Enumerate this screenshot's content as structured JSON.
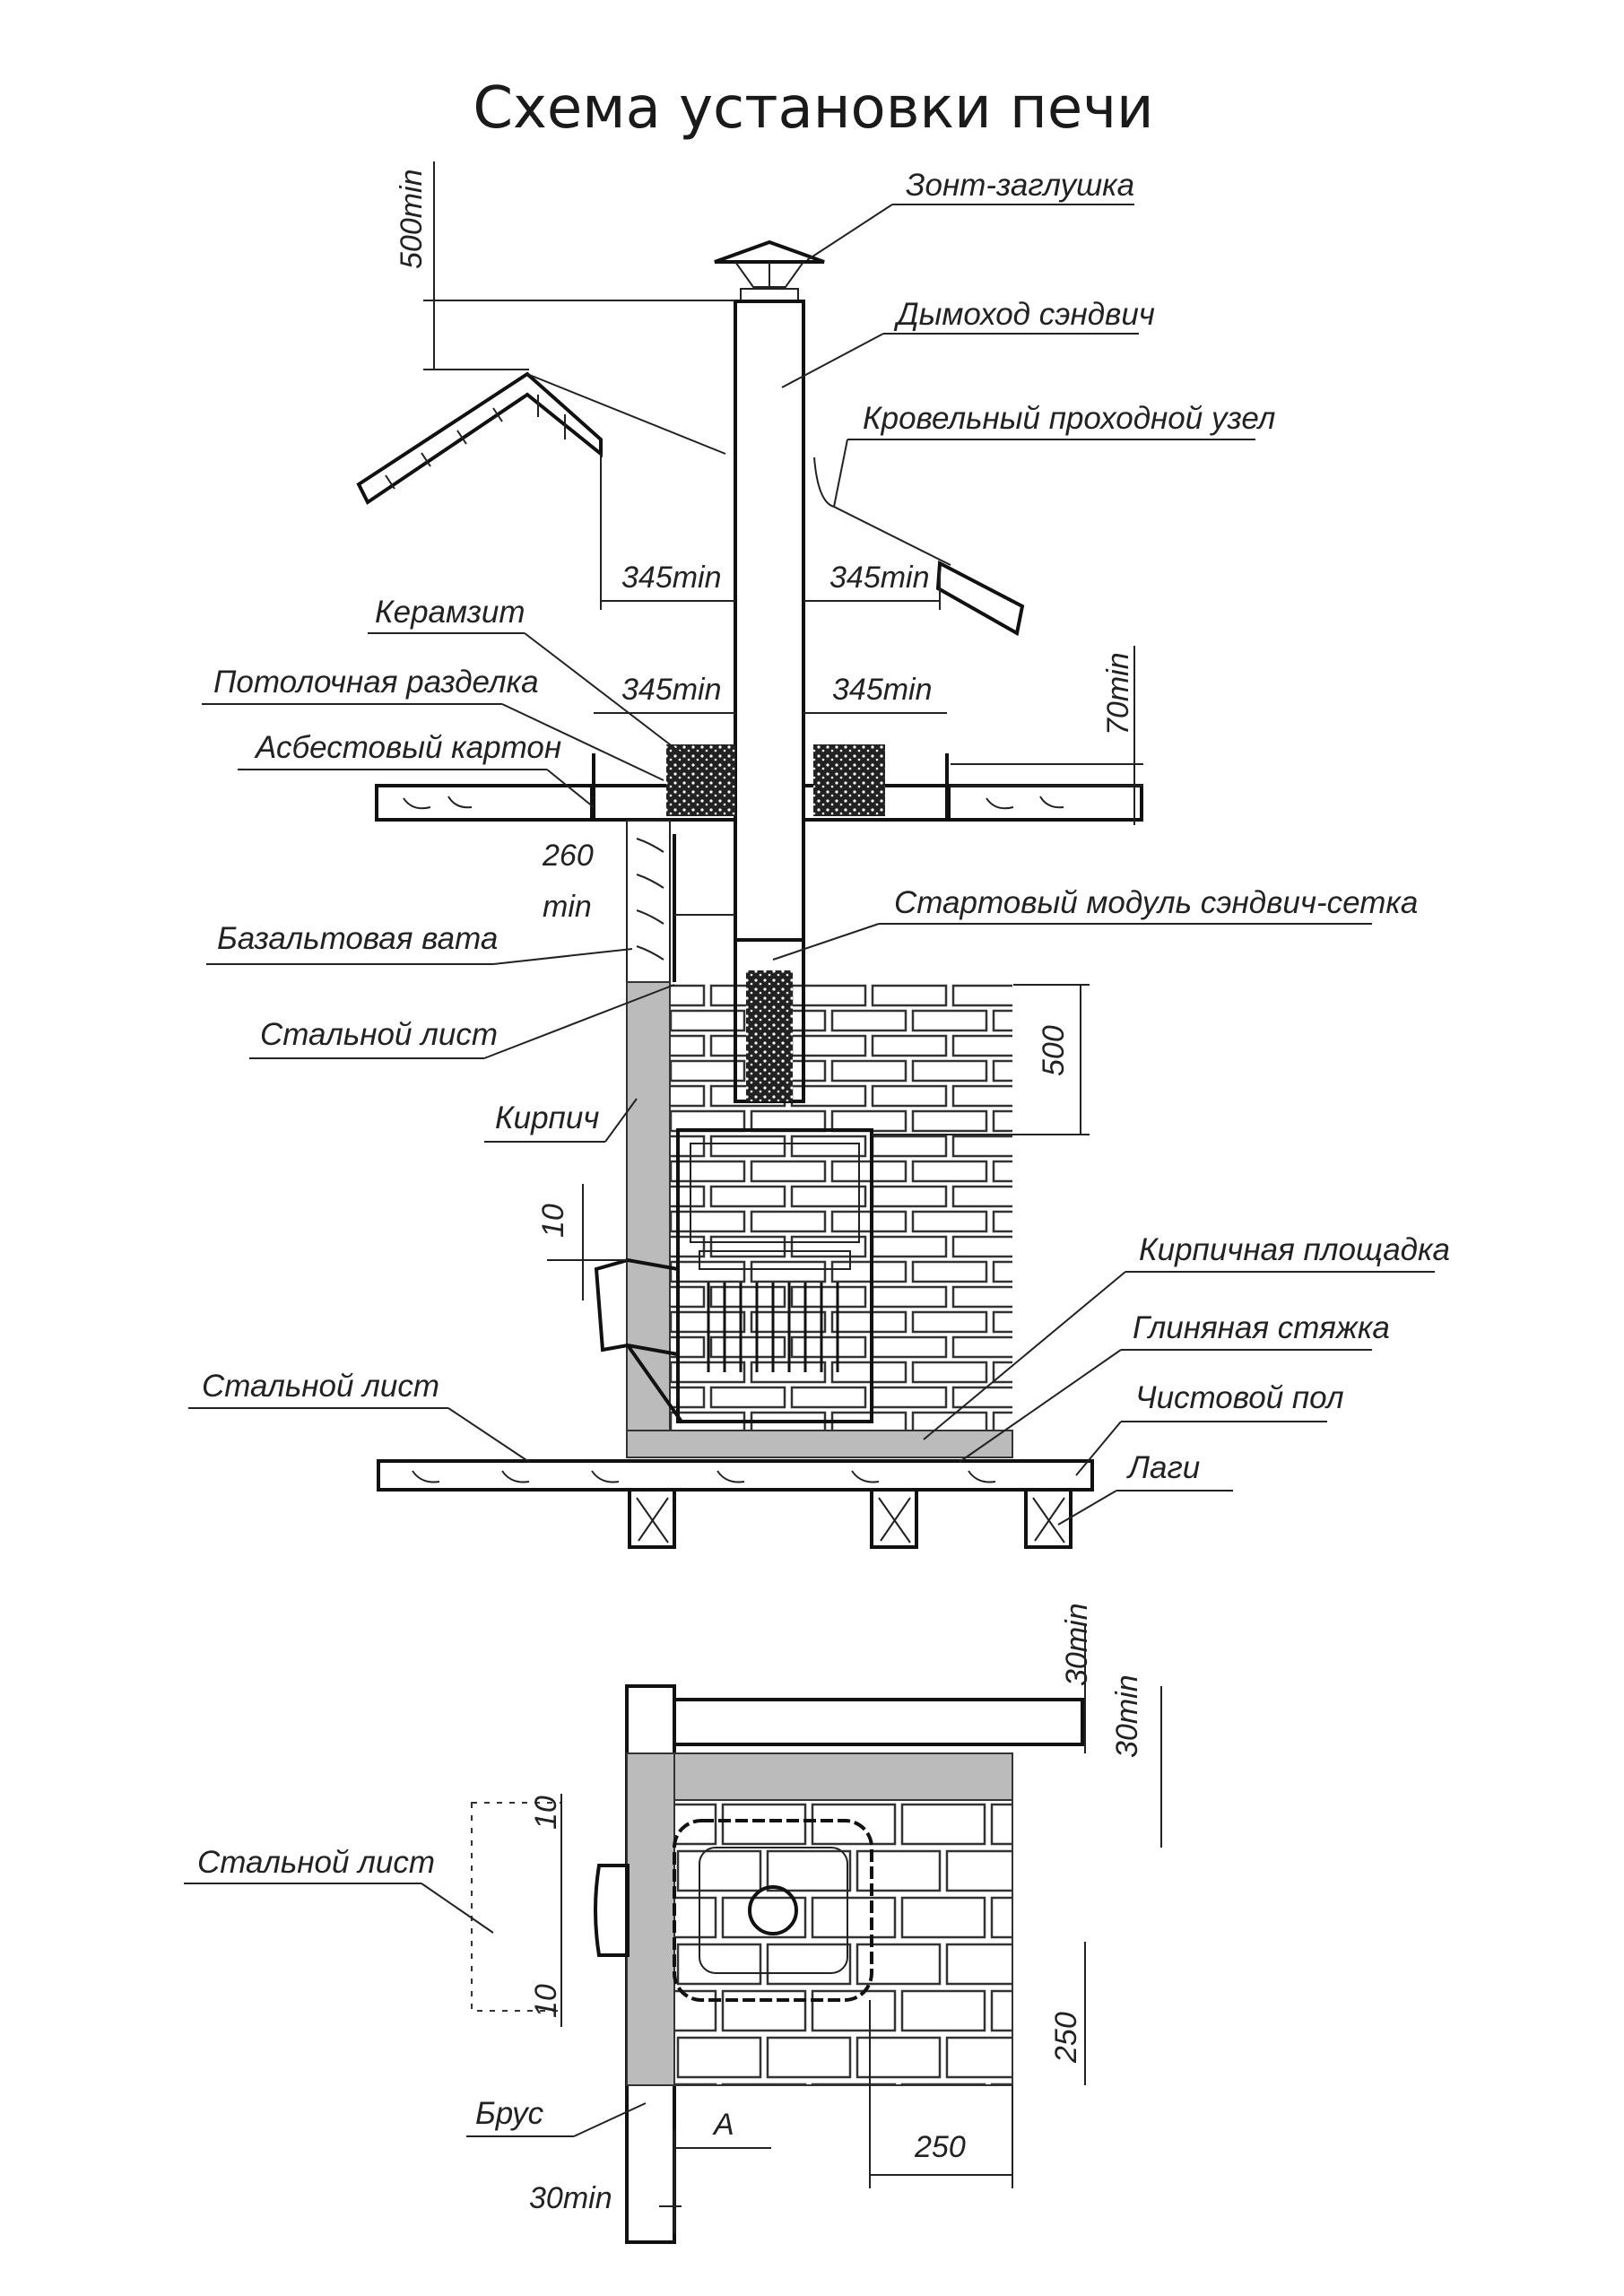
{
  "title": "Схема установки печи",
  "labels": {
    "umbrella_cap": "Зонт-заглушка",
    "sandwich_chimney": "Дымоход сэндвич",
    "roof_passage": "Кровельный проходной узел",
    "expanded_clay": "Керамзит",
    "ceiling_cut": "Потолочная разделка",
    "asbestos_board": "Асбестовый картон",
    "start_module": "Стартовый модуль сэндвич-сетка",
    "basalt_wool": "Базальтовая вата",
    "steel_sheet_wall": "Стальной лист",
    "brick": "Кирпич",
    "brick_platform": "Кирпичная площадка",
    "clay_screed": "Глиняная стяжка",
    "steel_sheet_floor": "Стальной лист",
    "finish_floor": "Чистовой пол",
    "joists": "Лаги",
    "steel_sheet_plan": "Стальной лист",
    "beam": "Брус"
  },
  "dimensions": {
    "roof_height": "500min",
    "roof_left": "345min",
    "roof_right": "345min",
    "ceiling_left": "345min",
    "ceiling_right": "345min",
    "ceiling_height": "70min",
    "wall_gap_value": "260",
    "wall_gap_unit": "min",
    "module_height": "500",
    "door_offset": "10",
    "plan_top_1": "30min",
    "plan_top_2": "30min",
    "plan_side_top": "10",
    "plan_side_bottom": "10",
    "plan_brick_v": "250",
    "plan_brick_h": "250",
    "plan_a": "A",
    "plan_wall_gap": "30min"
  }
}
